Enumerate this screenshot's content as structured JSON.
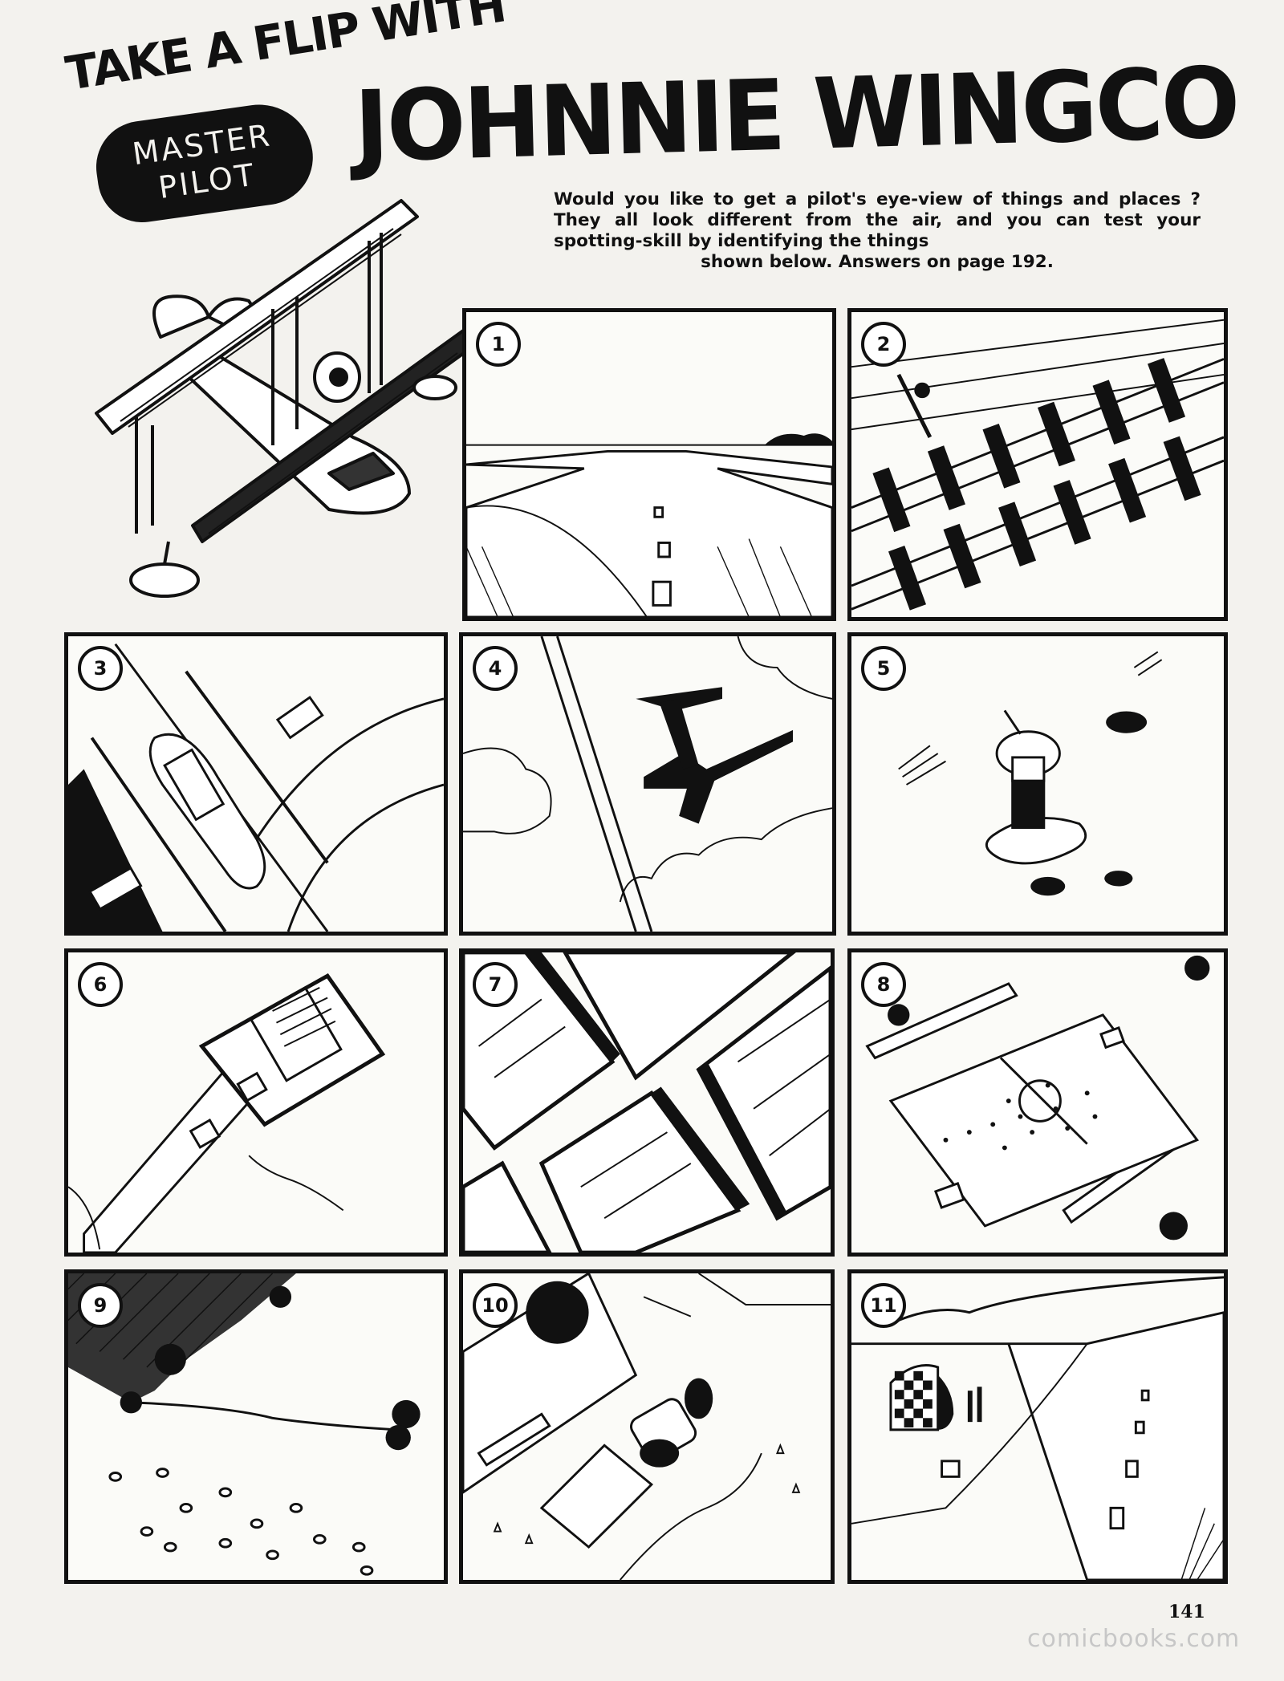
{
  "header": {
    "title_small": "TAKE A FLIP WITH",
    "badge_line1": "MASTER",
    "badge_line2": "PILOT",
    "title_big": "JOHNNIE WINGCO"
  },
  "intro": {
    "text_main": "Would you like to get a pilot's eye-view of things and places ? They all look different from the air, and you can test your spotting-skill by identifying the things",
    "text_last": "shown below. Answers on page 192."
  },
  "panels": [
    {
      "number": "1",
      "icon": "runway-icon"
    },
    {
      "number": "2",
      "icon": "railway-track-icon"
    },
    {
      "number": "3",
      "icon": "bridge-boat-icon"
    },
    {
      "number": "4",
      "icon": "bomber-shadow-icon"
    },
    {
      "number": "5",
      "icon": "lighthouse-icon"
    },
    {
      "number": "6",
      "icon": "pier-icon"
    },
    {
      "number": "7",
      "icon": "streets-icon"
    },
    {
      "number": "8",
      "icon": "football-pitch-icon"
    },
    {
      "number": "9",
      "icon": "sheep-field-icon"
    },
    {
      "number": "10",
      "icon": "farmyard-tractor-icon"
    },
    {
      "number": "11",
      "icon": "airfield-hangar-icon"
    }
  ],
  "footer": {
    "page_number": "141",
    "watermark": "comicbooks.com"
  }
}
